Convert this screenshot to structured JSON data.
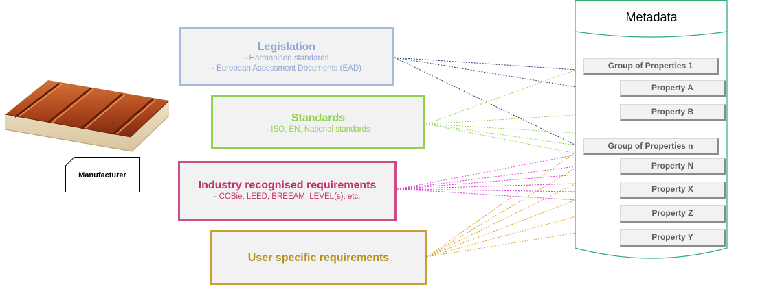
{
  "metadata": {
    "title": "Metadata",
    "groups": [
      {
        "label": "Group of Properties 1",
        "properties": [
          "Property A",
          "Property B"
        ]
      },
      {
        "label": "Group of Properties n",
        "properties": [
          "Property N",
          "Property X",
          "Property Z",
          "Property Y"
        ]
      }
    ]
  },
  "sources": {
    "legislation": {
      "title": "Legislation",
      "items": [
        "-   Harmonised standards",
        "- European Assessment Documents (EAD)"
      ],
      "color": "#8fa6d4"
    },
    "standards": {
      "title": "Standards",
      "items": [
        "-   ISO, EN, National standards"
      ],
      "color": "#92d050"
    },
    "industry": {
      "title": "Industry recognised requirements",
      "items": [
        "- COBie, LEED, BREEAM, LEVEL(s), etc."
      ],
      "color": "#c0306f"
    },
    "user": {
      "title": "User specific requirements",
      "color": "#b8911c"
    }
  },
  "manufacturer": {
    "label": "Manufacturer"
  },
  "connection_colors": {
    "legislation": "#1f3b73",
    "standards": "#92d050",
    "industry": "#d63ad6",
    "user": "#d9a21e"
  }
}
